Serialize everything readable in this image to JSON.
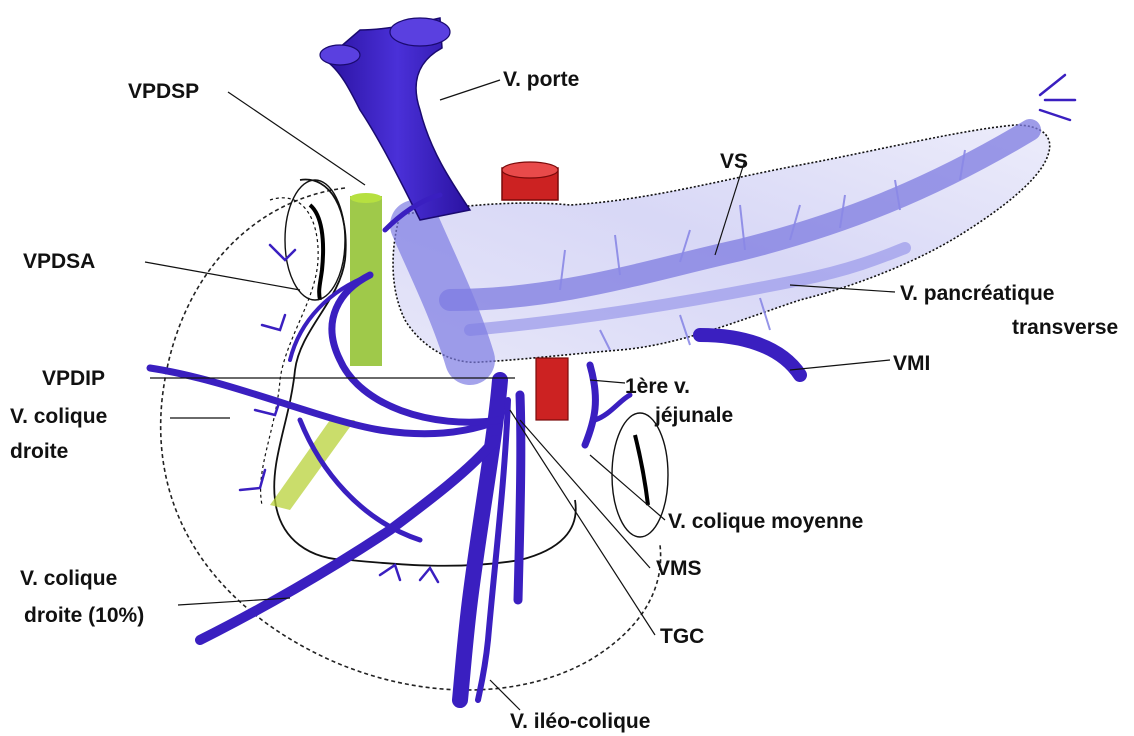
{
  "labels": {
    "vpdsp": "VPDSP",
    "v_porte": "V. porte",
    "vs": "VS",
    "vpdsa": "VPDSA",
    "v_pancreatique_1": "V. pancréatique",
    "v_pancreatique_2": "transverse",
    "vmi": "VMI",
    "vpdip": "VPDIP",
    "premiere_v_1": "1ère v.",
    "premiere_v_2": "jéjunale",
    "v_colique_droite_1": "V. colique",
    "v_colique_droite_2": "droite",
    "v_colique_moyenne": "V. colique moyenne",
    "vms": "VMS",
    "v_colique_droite_10_1": "V. colique",
    "v_colique_droite_10_2": "droite (10%)",
    "tgc": "TGC",
    "v_ileo_colique": "V. iléo-colique"
  },
  "colors": {
    "vein": "#3a1fc0",
    "vein_dark": "#241090",
    "pancreas_vein": "#8a88e0",
    "artery_red": "#cc2020",
    "bile_duct_green": "#7cb020",
    "outline": "#111111"
  }
}
